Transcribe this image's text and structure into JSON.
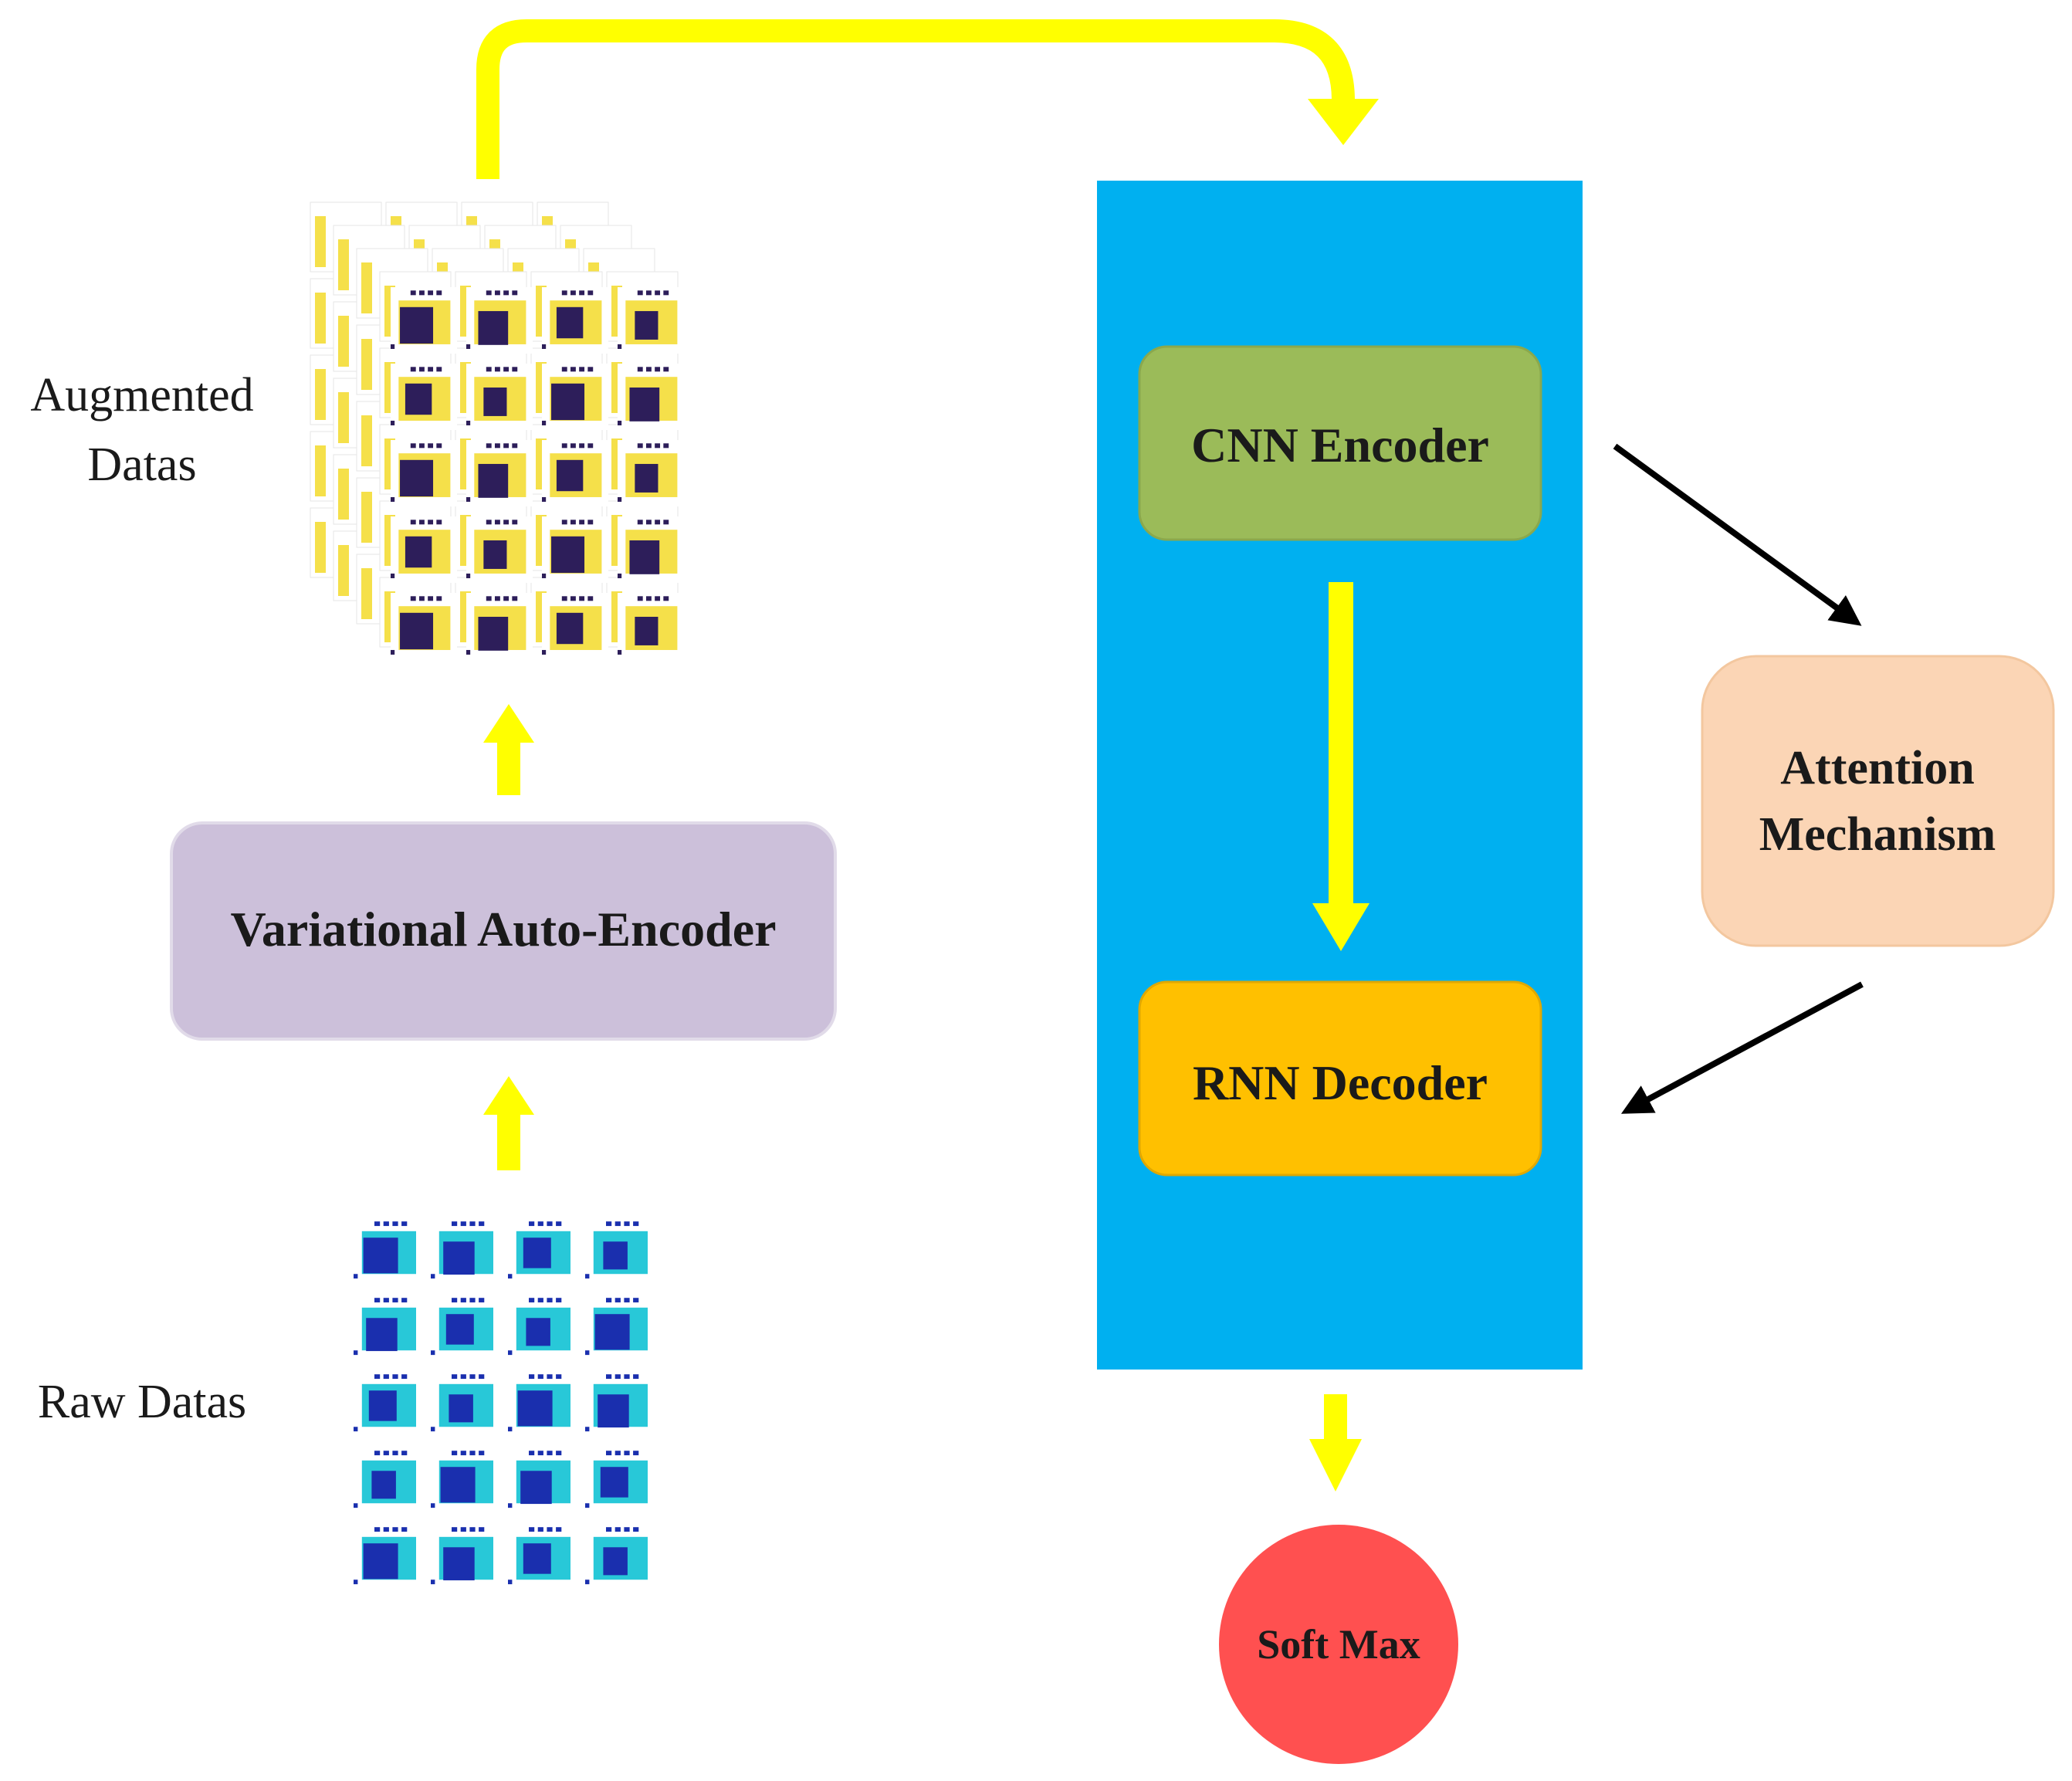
{
  "labels": {
    "augmented": "Augmented",
    "augmented_line2": "Datas",
    "raw": "Raw Datas"
  },
  "nodes": {
    "vae": "Variational Auto-Encoder",
    "cnn": "CNN Encoder",
    "rnn": "RNN Decoder",
    "attention_line1": "Attention",
    "attention_line2": "Mechanism",
    "softmax": "Soft Max"
  },
  "colors": {
    "flow_arrow": "#ffff00",
    "model_panel": "#00b0f0",
    "vae_box": "#ccc0da",
    "cnn_box": "#9bbb59",
    "rnn_box": "#ffc000",
    "attention_box": "#fbd5b5",
    "softmax_circle": "#ff5050",
    "raw_tile_bg": "#1a2fae",
    "raw_tile_fill": "#28c8d8",
    "aug_tile_bg": "#f5e04a",
    "aug_tile_fill": "#2d1e5a"
  }
}
